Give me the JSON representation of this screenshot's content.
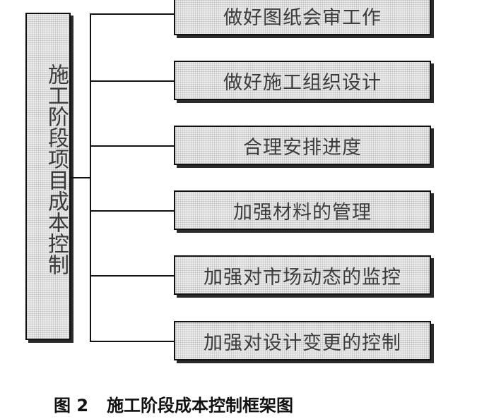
{
  "diagram": {
    "root": "施工阶段项目成本控制",
    "branches": [
      "做好图纸会审工作",
      "做好施工组织设计",
      "合理安排进度",
      "加强材料的管理",
      "加强对市场动态的监控",
      "加强对设计变更的控制"
    ]
  },
  "caption": {
    "figure_number": "图 2",
    "title": "施工阶段成本控制框架图"
  }
}
